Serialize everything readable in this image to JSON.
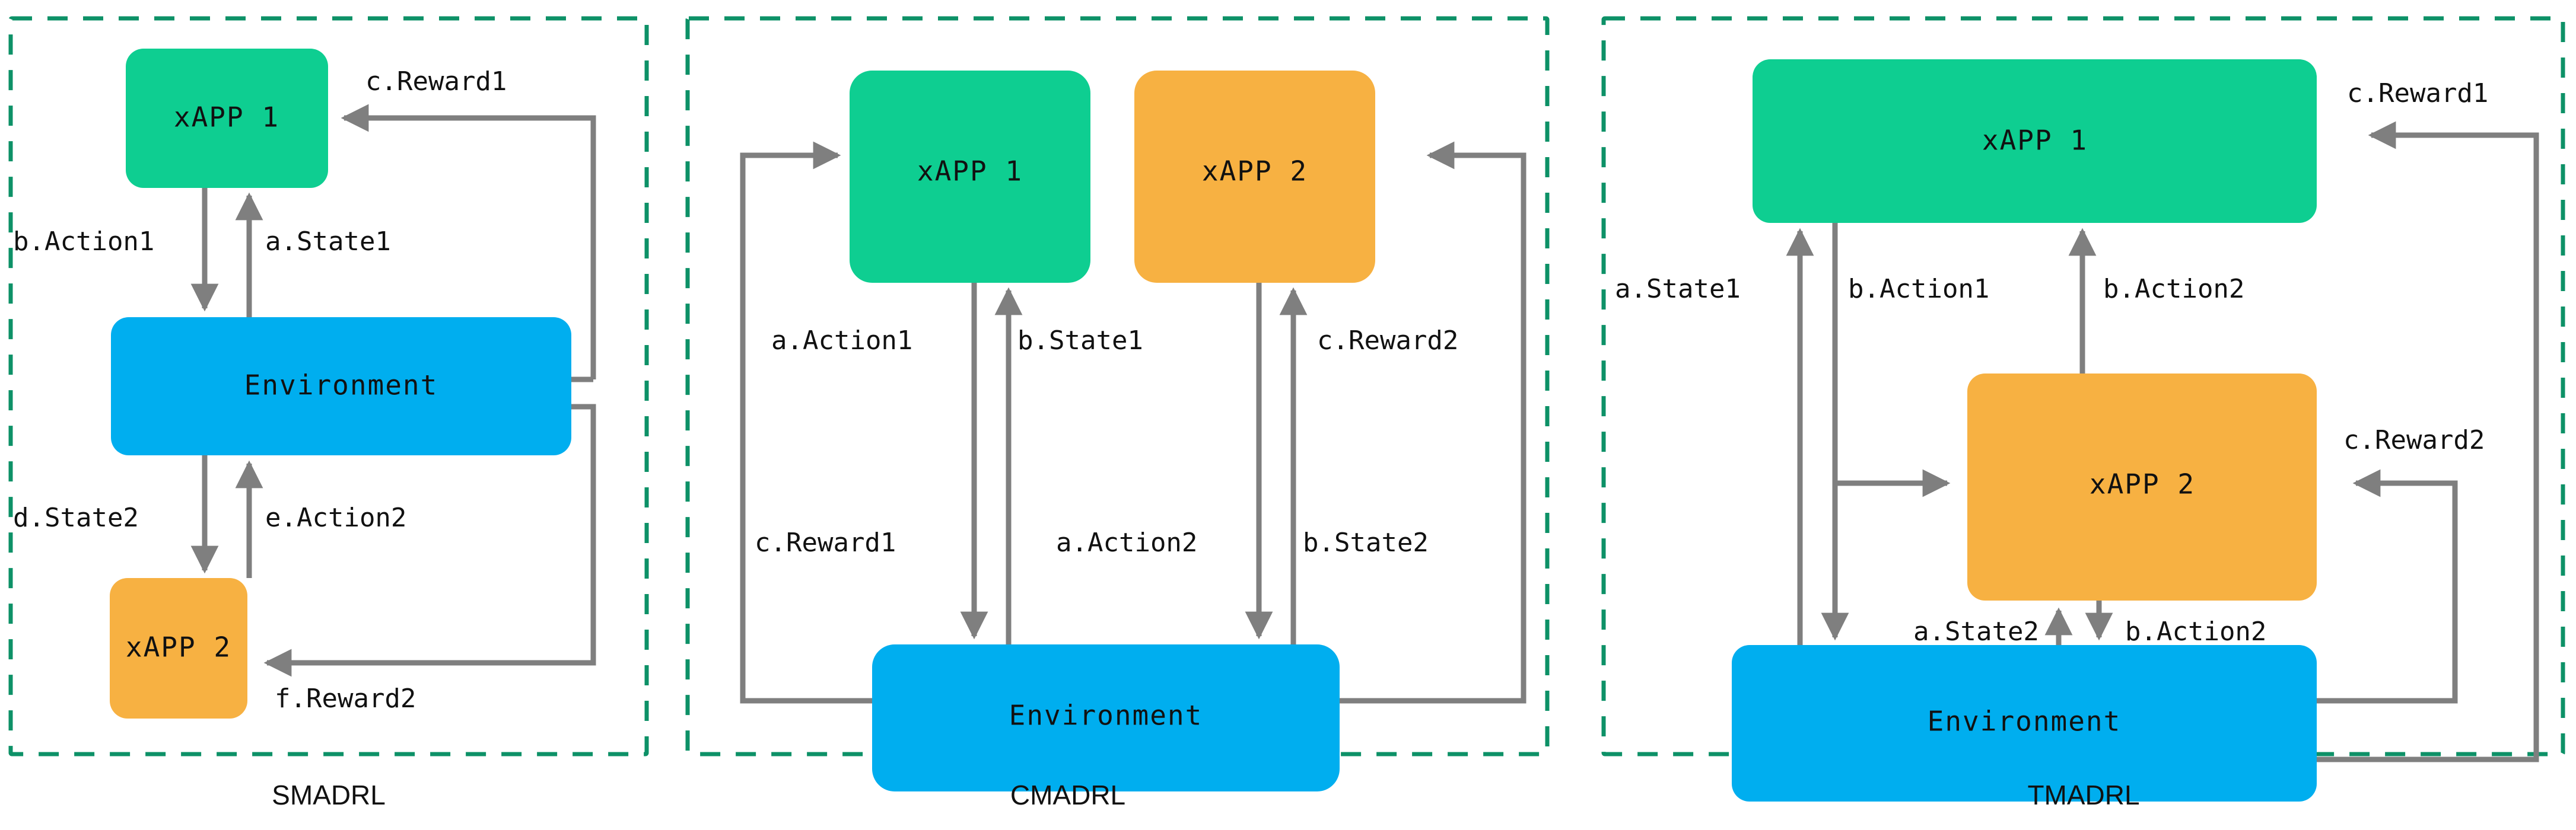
{
  "figure": {
    "panel_count": 3,
    "colors": {
      "xapp1": "#0ECE91",
      "xapp2": "#F7B142",
      "environment": "#00AEEF",
      "panel_border": "#0d9167",
      "arrow": "#7f7f7f",
      "text": "#111111",
      "background": "#ffffff"
    }
  },
  "panels": [
    {
      "id": "smadrl",
      "caption": "SMADRL",
      "nodes": [
        {
          "id": "xapp1",
          "label": "xAPP 1",
          "color_key": "xapp1"
        },
        {
          "id": "env",
          "label": "Environment",
          "color_key": "environment"
        },
        {
          "id": "xapp2",
          "label": "xAPP 2",
          "color_key": "xapp2"
        }
      ],
      "edges": [
        {
          "label": "b.Action1",
          "from": "xapp1",
          "to": "env"
        },
        {
          "label": "a.State1",
          "from": "env",
          "to": "xapp1"
        },
        {
          "label": "c.Reward1",
          "from": "env",
          "to": "xapp1"
        },
        {
          "label": "d.State2",
          "from": "env",
          "to": "xapp2"
        },
        {
          "label": "e.Action2",
          "from": "xapp2",
          "to": "env"
        },
        {
          "label": "f.Reward2",
          "from": "env",
          "to": "xapp2"
        }
      ]
    },
    {
      "id": "cmadrl",
      "caption": "CMADRL",
      "nodes": [
        {
          "id": "xapp1",
          "label": "xAPP 1",
          "color_key": "xapp1"
        },
        {
          "id": "xapp2",
          "label": "xAPP 2",
          "color_key": "xapp2"
        },
        {
          "id": "env",
          "label": "Environment",
          "color_key": "environment"
        }
      ],
      "edges": [
        {
          "label": "a.Action1",
          "from": "xapp1",
          "to": "env"
        },
        {
          "label": "b.State1",
          "from": "env",
          "to": "xapp1"
        },
        {
          "label": "c.Reward1",
          "from": "env",
          "to": "xapp1"
        },
        {
          "label": "a.Action2",
          "from": "xapp2",
          "to": "env"
        },
        {
          "label": "b.State2",
          "from": "env",
          "to": "xapp2"
        },
        {
          "label": "c.Reward2",
          "from": "env",
          "to": "xapp2"
        }
      ]
    },
    {
      "id": "tmadrl",
      "caption": "TMADRL",
      "nodes": [
        {
          "id": "xapp1",
          "label": "xAPP 1",
          "color_key": "xapp1"
        },
        {
          "id": "xapp2",
          "label": "xAPP 2",
          "color_key": "xapp2"
        },
        {
          "id": "env",
          "label": "Environment",
          "color_key": "environment"
        }
      ],
      "edges": [
        {
          "label": "a.State1",
          "from": "env",
          "to": "xapp1"
        },
        {
          "label": "b.Action1",
          "from": "xapp1",
          "to": "env"
        },
        {
          "label": "b.Action2",
          "from": "xapp2",
          "to": "xapp1"
        },
        {
          "label": "c.Reward1",
          "from": "env",
          "to": "xapp1"
        },
        {
          "label": "c.Reward2",
          "from": "env",
          "to": "xapp2"
        },
        {
          "label": "a.State2",
          "from": "env",
          "to": "xapp2"
        },
        {
          "label": "b.Action2",
          "from": "xapp2",
          "to": "env"
        }
      ]
    }
  ],
  "labels": {
    "p1": {
      "xapp1": "xAPP 1",
      "env": "Environment",
      "xapp2": "xAPP 2",
      "e_action1": "b.Action1",
      "e_state1": "a.State1",
      "e_reward1": "c.Reward1",
      "e_state2": "d.State2",
      "e_action2": "e.Action2",
      "e_reward2": "f.Reward2",
      "caption": "SMADRL"
    },
    "p2": {
      "xapp1": "xAPP 1",
      "xapp2": "xAPP 2",
      "env": "Environment",
      "e_action1": "a.Action1",
      "e_state1": "b.State1",
      "e_reward1": "c.Reward1",
      "e_action2": "a.Action2",
      "e_state2": "b.State2",
      "e_reward2": "c.Reward2",
      "caption": "CMADRL"
    },
    "p3": {
      "xapp1": "xAPP 1",
      "xapp2": "xAPP 2",
      "env": "Environment",
      "e_state1": "a.State1",
      "e_action1": "b.Action1",
      "e_action2_top": "b.Action2",
      "e_reward1": "c.Reward1",
      "e_reward2": "c.Reward2",
      "e_state2": "a.State2",
      "e_action2_bot": "b.Action2",
      "caption": "TMADRL"
    }
  }
}
